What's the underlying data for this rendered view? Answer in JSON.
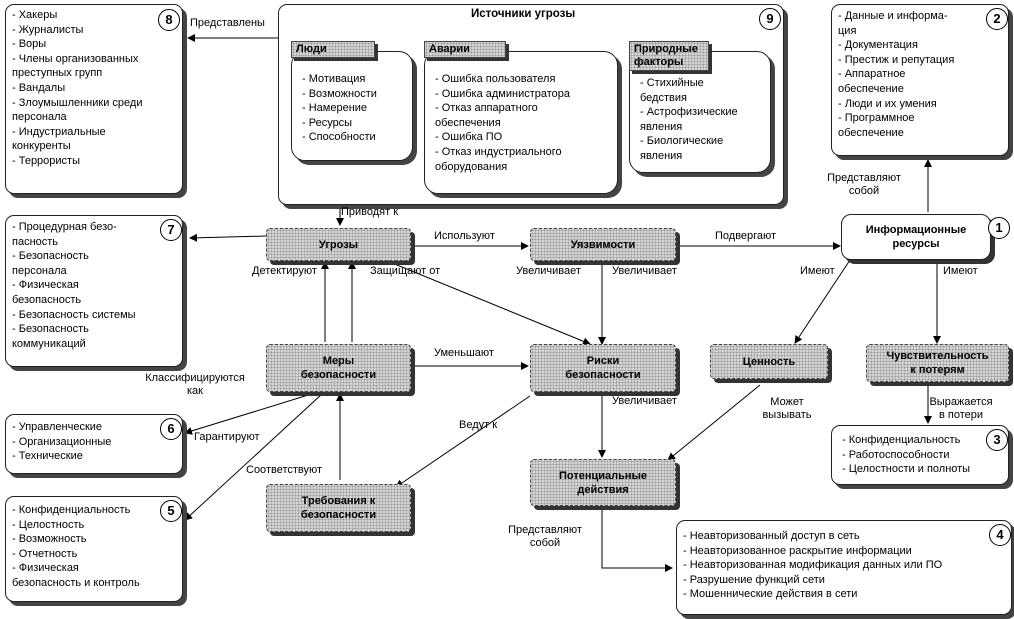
{
  "nodes": {
    "threats": "Угрозы",
    "vulnerabilities": "Уязвимости",
    "info_resources": "Информационные\nресурсы",
    "security_measures": "Меры\nбезопасности",
    "security_risks": "Риски\nбезопасности",
    "value": "Ценность",
    "sensitivity": "Чувствительность\nк потерям",
    "potential_actions": "Потенциальные\nдействия",
    "security_requirements": "Требования к\nбезопасности"
  },
  "sources": {
    "title": "Источники угрозы",
    "people": {
      "tag": "Люди",
      "items": [
        "- Мотивация",
        "- Возможности",
        "- Намерение",
        "- Ресурсы",
        "- Способности"
      ]
    },
    "accidents": {
      "tag": "Аварии",
      "items": [
        "- Ошибка пользователя",
        "- Ошибка администратора",
        "- Отказ аппаратного",
        "  обеспечения",
        "- Ошибка ПО",
        "- Отказ индустриального",
        "  оборудования"
      ]
    },
    "natural": {
      "tag": "Природные\nфакторы",
      "items": [
        "- Стихийные",
        "  бедствия",
        "- Астрофизические",
        "  явления",
        "- Биологические",
        "  явления"
      ]
    }
  },
  "panels": {
    "p8": [
      "- Хакеры",
      "- Журналисты",
      "- Воры",
      "- Члены организованных",
      "  преступных групп",
      "- Вандалы",
      "- Злоумышленники среди",
      "  персонала",
      "- Индустриальные",
      "  конкуренты",
      "- Террористы"
    ],
    "p2": [
      "- Данные и информа-",
      "  ция",
      "- Документация",
      "- Престиж и репутация",
      "- Аппаратное",
      "  обеспечение",
      "- Люди и их умения",
      "- Программное",
      "  обеспечение"
    ],
    "p7": [
      "- Процедурная безо-",
      "  пасность",
      "- Безопасность",
      "  персонала",
      "- Физическая",
      "  безопасность",
      "- Безопасность системы",
      "- Безопасность",
      "  коммуникаций"
    ],
    "p6": [
      "- Управленческие",
      "- Организационные",
      "- Технические"
    ],
    "p5": [
      "- Конфиденциальность",
      "- Целостность",
      "- Возможность",
      "- Отчетность",
      "- Физическая",
      "  безопасность  и контроль"
    ],
    "p3": [
      "- Конфиденциальность",
      "- Работоспособности",
      "- Целостности  и полноты"
    ],
    "p4": [
      "- Неавторизованный  доступ в сеть",
      "- Неавторизованное  раскрытие  информации",
      "- Неавторизованная  модификация  данных или ПО",
      "- Разрушение  функций  сети",
      "- Мошеннические  действия в сети"
    ]
  },
  "numbers": {
    "n1": "1",
    "n2": "2",
    "n3": "3",
    "n4": "4",
    "n5": "5",
    "n6": "6",
    "n7": "7",
    "n8": "8",
    "n9": "9"
  },
  "labels": {
    "represented": "Представлены",
    "lead_to": "Приводят  к",
    "use": "Используют",
    "subject": "Подвергают",
    "represent_self_top": "Представляют\nсобой",
    "detect": "Детектируют",
    "protect_from": "Защищают от",
    "increases_1": "Увеличивает",
    "increases_2": "Увеличивает",
    "have_1": "Имеют",
    "have_2": "Имеют",
    "reduce": "Уменьшают",
    "classified_as": "Классифицируются\nкак",
    "may_cause": "Может\nвызывать",
    "expressed_in": "Выражается\nв потери",
    "lead_to_2": "Ведут к",
    "increases_3": "Увеличивает",
    "guarantee": "Гарантируют",
    "correspond": "Соответствуют",
    "represent_self_bottom": "Представляют\nсобой"
  }
}
